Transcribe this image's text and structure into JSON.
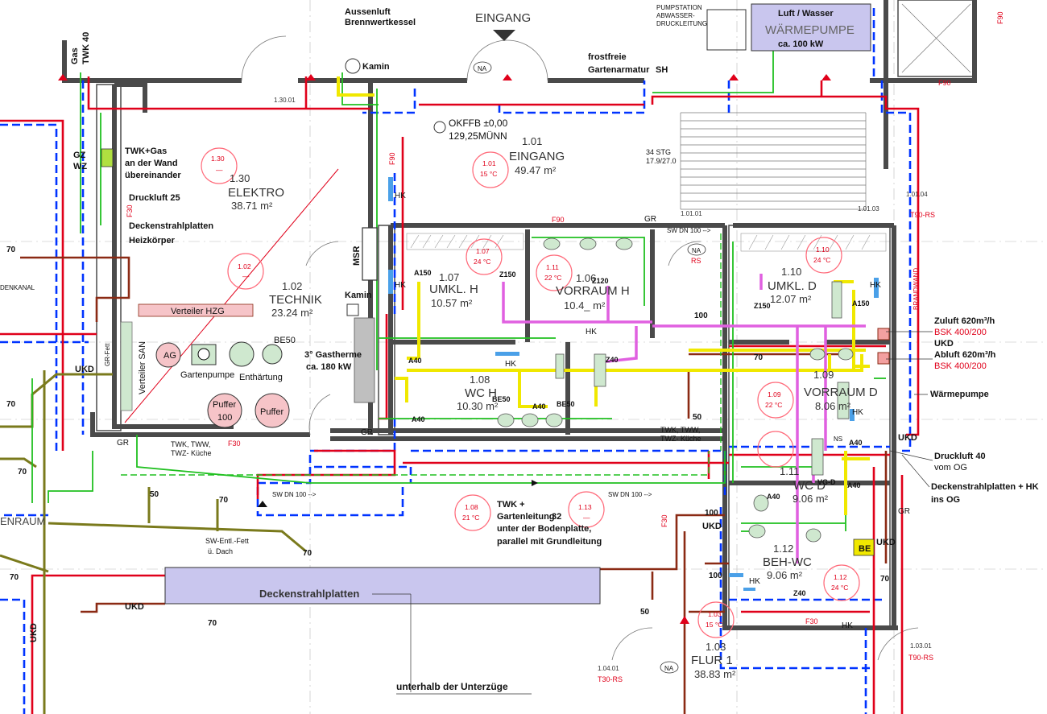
{
  "header": {
    "eingang": "EINGANG",
    "aussenluft": "Aussenluft",
    "brennwertkessel": "Brennwertkessel",
    "kamin": "Kamin",
    "pumpstation": [
      "PUMPSTATION",
      "ABWASSER-",
      "DRUCKLEITUNG"
    ],
    "frostfreie": "frostfreie",
    "gartenarmatur": "Gartenarmatur",
    "sh": "SH",
    "waermepumpe_1": "Luft / Wasser",
    "waermepumpe_2": "WÄRMEPUMPE",
    "waermepumpe_3": "ca. 100 kW",
    "na": "NA"
  },
  "rooms": [
    {
      "num": "1.30",
      "name": "ELEKTRO",
      "area": "38.71 m²"
    },
    {
      "num": "1.01",
      "name": "EINGANG",
      "area": "49.47 m²"
    },
    {
      "num": "1.02",
      "name": "TECHNIK",
      "area": "23.24 m²"
    },
    {
      "num": "1.07",
      "name": "UMKL. H",
      "area": "10.57 m²"
    },
    {
      "num": "1.06",
      "name": "VORRAUM H",
      "area": "10.4_ m²"
    },
    {
      "num": "1.10",
      "name": "UMKL. D",
      "area": "12.07 m²"
    },
    {
      "num": "1.08",
      "name": "WC H",
      "area": "10.30 m²"
    },
    {
      "num": "1.09",
      "name": "VORRAUM D",
      "area": "8.06 m²"
    },
    {
      "num": "1.11",
      "name": "WC D",
      "area": "9.06 m²"
    },
    {
      "num": "1.12",
      "name": "BEH-WC",
      "area": "9.06 m²"
    },
    {
      "num": "1.03",
      "name": "FLUR 1",
      "area": "38.83 m²"
    }
  ],
  "temp_circles": [
    {
      "num": "1.30",
      "temp": "—"
    },
    {
      "num": "1.01",
      "temp": "15 °C"
    },
    {
      "num": "1.02",
      "temp": "—"
    },
    {
      "num": "1.07",
      "temp": "24 °C"
    },
    {
      "num": "1.11",
      "temp": "22 °C"
    },
    {
      "num": "1.10",
      "temp": "24 °C"
    },
    {
      "num": "1.09",
      "temp": "22 °C"
    },
    {
      "num": "1.08",
      "temp": "21 °C"
    },
    {
      "num": "1.13",
      "temp": "—"
    },
    {
      "num": "1.12",
      "temp": "24 °C"
    },
    {
      "num": "1.03",
      "temp": "15 °C"
    }
  ],
  "annotations": {
    "okffb_1": "OKFFB ±0,00",
    "okffb_2": "129,25MÜNN",
    "twk_gas_1": "TWK+Gas",
    "twk_gas_2": "an der Wand",
    "twk_gas_3": "übereinander",
    "druckluft25": "Druckluft 25",
    "deckenstrahl": "Deckenstrahlplatten",
    "heizkoerper": "Heizkörper",
    "verteiler_hzg": "Verteiler HZG",
    "verteiler_san": "Verteiler SAN",
    "ag": "AG",
    "gartenpumpe": "Gartenpumpe",
    "enthaertung": "Enthärtung",
    "be50": "BE50",
    "puffer": "Puffer",
    "puffer100": "100",
    "gastherme_1": "3° Gastherme",
    "gastherme_2": "ca. 180 kW",
    "msr": "MSR",
    "kamin2": "Kamin",
    "stg_1": "34 STG",
    "stg_2": "17.9/27.0",
    "zuluft": "Zuluft 620m³/h",
    "bsk1": "BSK 400/200",
    "ukd": "UKD",
    "abluft": "Abluft 620m³/h",
    "bsk2": "BSK 400/200",
    "waermepumpe_lbl": "Wärmepumpe",
    "druckluft40_1": "Druckluft 40",
    "druckluft40_2": "vom OG",
    "deckenstrahl_hk_1": "Deckenstrahlplatten + HK",
    "deckenstrahl_hk_2": "ins OG",
    "twk_twz": "TWK, TWW,",
    "twz_kueche": "TWZ- Küche",
    "twk_gartenleitung_1": "TWK +",
    "twk_gartenleitung_2": "Gartenleitung",
    "twk_gartenleitung_3": "unter der Bodenplatte,",
    "twk_gartenleitung_4": "parallel mit Grundleitung",
    "num32": "32",
    "sw_entl_1": "SW-Entl.-Fett",
    "sw_entl_2": "ü. Dach",
    "deckenstrahl_box": "Deckenstrahlplatten",
    "unterhalb": "unterhalb der Unterzüge",
    "sw_dn100": "SW DN 100 -->",
    "gas": "Gas",
    "twk40": "TWK 40",
    "gz_wz_1": "GZ",
    "gz_wz_2": "WZ",
    "gr": "GR",
    "gr_fett": "GR-Fett",
    "hk": "HK",
    "f90": "F90",
    "f30": "F30",
    "t90rs": "T90-RS",
    "t30rs": "T30-RS",
    "ns": "NS",
    "rs": "RS",
    "be": "BE",
    "brandwand": "BRANDWAND",
    "denkanal": "DENKANAL",
    "enraum": "ENRAUM",
    "door_1_30_01": "1.30.01",
    "door_1_01_01": "1.01.01",
    "door_1_01_03": "1.01.03",
    "door_1_01_04": "1.01.04",
    "door_1_04_01": "1.04.01",
    "door_1_03_01": "1.03.01",
    "n70": "70",
    "n50": "50",
    "n100": "100",
    "a150": "A150",
    "z150": "Z150",
    "z120": "Z120",
    "a40": "A40",
    "z40": "Z40",
    "be50b": "BE50",
    "vg_d": "VG-D"
  },
  "colors": {
    "supply": "#e0001a",
    "return": "#0033ff",
    "drain": "#8b2a14",
    "olive": "#7a7a1c",
    "gas": "#f0e800",
    "vent": "#e060e0",
    "water": "#20c020",
    "tempcircle": "#ff6a7a",
    "wall": "#4a4a4a",
    "box": "#c9c6ee"
  }
}
